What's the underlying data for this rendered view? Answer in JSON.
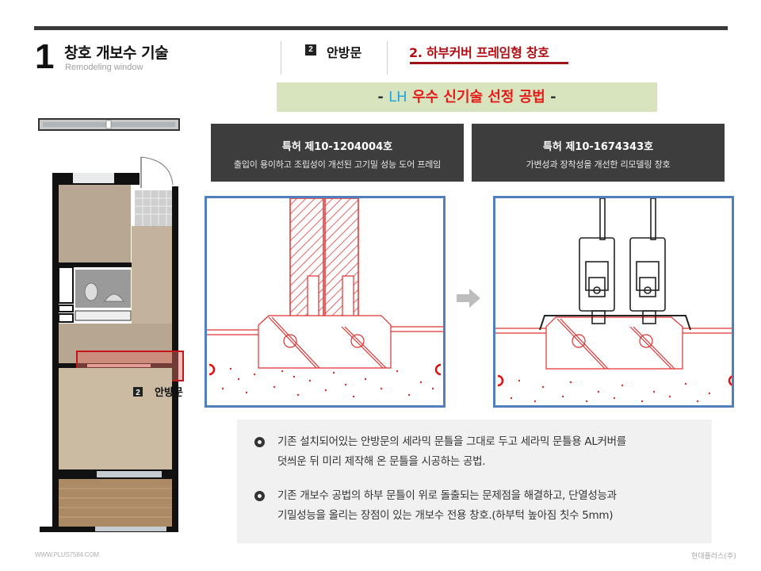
{
  "header": {
    "section_number": "1",
    "section_title": "창호 개보수 기술",
    "section_subtitle": "Remodeling window",
    "room_badge": "2",
    "room_label": "안방문",
    "active_topic": "2. 하부커버 프레임형 창호"
  },
  "banner": {
    "dash_left": "-",
    "lh": "LH",
    "highlight": "우수 신기술 선정 공법",
    "dash_right": "-",
    "colors": {
      "background": "#d8e4bd",
      "lh": "#2aa4e0",
      "highlight": "#e51b1b"
    }
  },
  "patents": [
    {
      "title": "특허 제10-1204004호",
      "description": "출입이 용이하고 조립성이 개선된 고기밀 성능 도어 프레임"
    },
    {
      "title": "특허 제10-1674343호",
      "description": "가변성과 장착성을 개선한 리모델링 창호"
    }
  ],
  "drawings": [
    {
      "name": "before-section-drawing",
      "description": "existing frame section (red hatched)"
    },
    {
      "name": "after-section-drawing",
      "description": "lower cover frame window section"
    }
  ],
  "floor_plan": {
    "badge": "2",
    "label": "안방문",
    "highlight_color": "#c0161c"
  },
  "notes": [
    {
      "line1": "기존 설치되어있는 안방문의 세라믹 문틀을 그대로 두고 세라믹 문틀용 AL커버를",
      "line2": "덧씌운 뒤 미리 제작해 온 문틀을 시공하는 공법."
    },
    {
      "line1": "기존 개보수 공법의 하부 문틀이 위로 돌출되는 문제점을 해결하고, 단열성능과",
      "line2": "기밀성능을 올리는 장점이 있는 개보수 전용 창호.(하부턱 높아짐 칫수  5mm)"
    }
  ],
  "footer": {
    "website": "WWW.PLUS7584.COM",
    "company": "현대플러스(주)"
  }
}
